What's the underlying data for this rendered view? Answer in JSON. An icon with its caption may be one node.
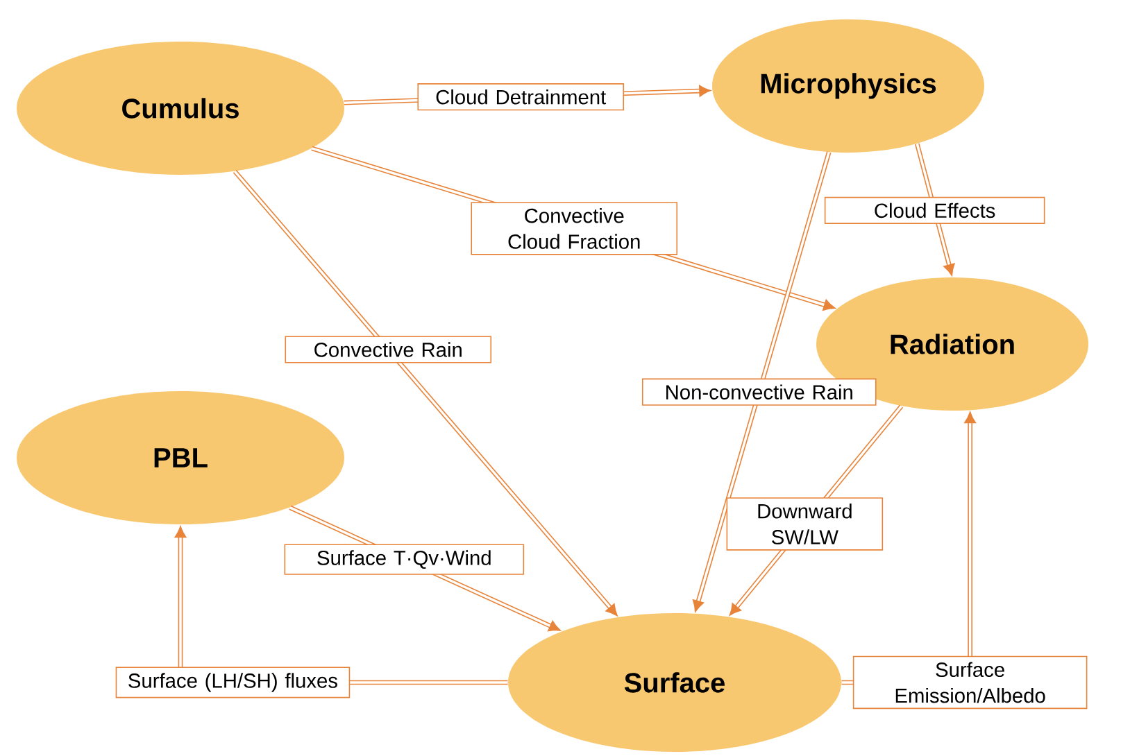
{
  "diagram": {
    "nodes": [
      {
        "text": [
          "Cumulus"
        ]
      },
      {
        "text": [
          "Microphysics"
        ]
      },
      {
        "text": [
          "Radiation"
        ]
      },
      {
        "text": [
          "PBL"
        ]
      },
      {
        "text": [
          "Surface"
        ]
      }
    ],
    "edges": [
      {
        "from": 0,
        "to": 1,
        "arrow": "to",
        "label": "Cloud Detrainment"
      },
      {
        "from": 0,
        "to": 2,
        "arrow": "to",
        "label": "Convective Cloud Fraction"
      },
      {
        "from": 1,
        "to": 2,
        "arrow": "to",
        "label": "Cloud Effects"
      },
      {
        "from": 0,
        "to": 4,
        "arrow": "to",
        "label": "Convective Rain"
      },
      {
        "from": 1,
        "to": 4,
        "arrow": "to",
        "label": "Non-convective Rain"
      },
      {
        "from": 2,
        "to": 4,
        "arrow": "to",
        "label": "Downward SW/LW"
      },
      {
        "from": 3,
        "to": 4,
        "arrow": "to",
        "label": "Surface T·Qv·Wind"
      },
      {
        "from": 4,
        "to": 3,
        "arrow": "to",
        "label": "Surface (LH/SH) fluxes"
      },
      {
        "from": 4,
        "to": 2,
        "arrow": "to",
        "label": "Surface Emission/Albedo"
      }
    ]
  }
}
